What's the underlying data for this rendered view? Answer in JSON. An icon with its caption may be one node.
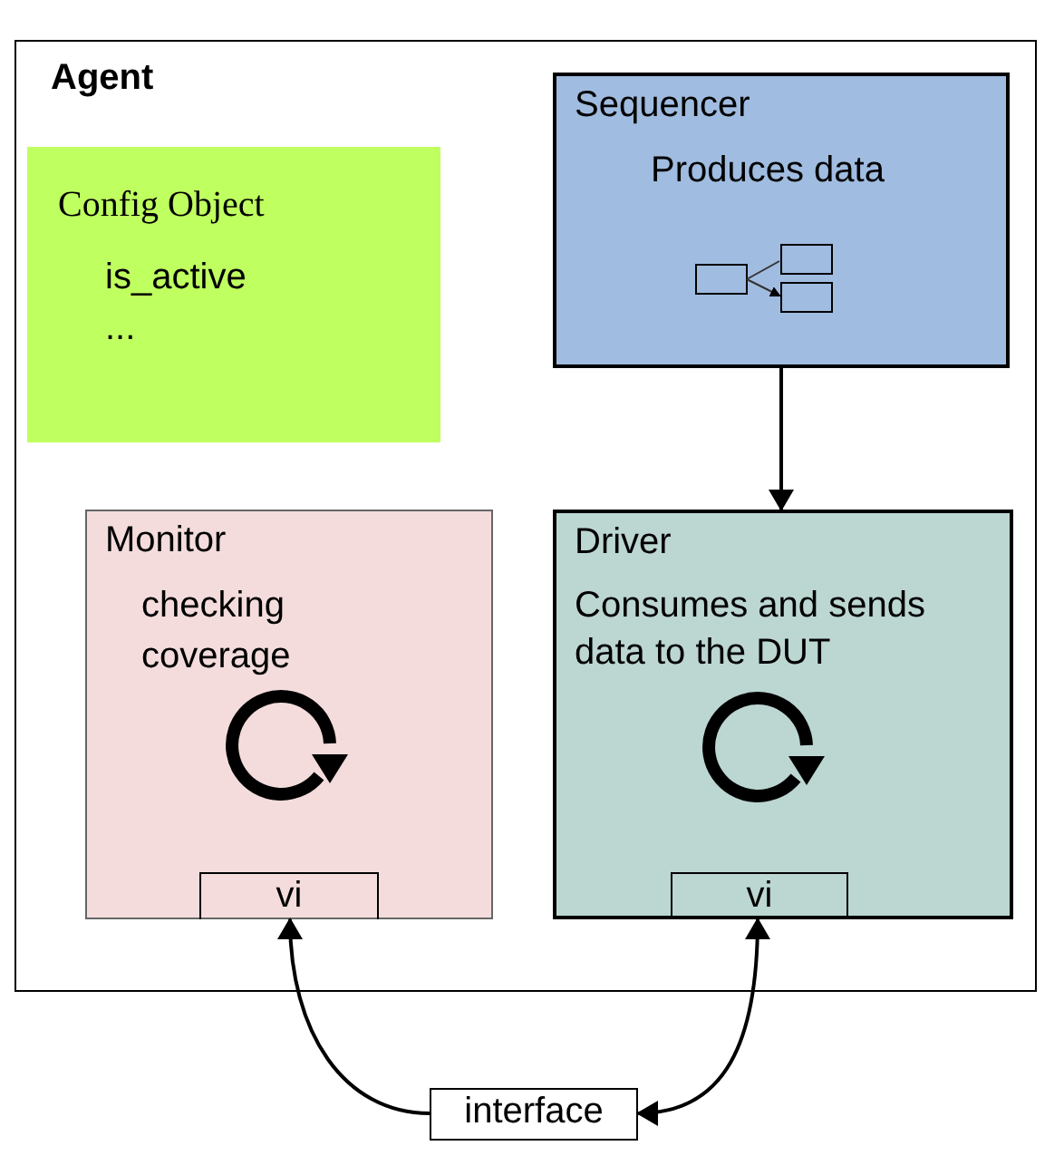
{
  "diagram": {
    "nodes": [
      {
        "text": [
          "Agent"
        ]
      },
      {
        "text": [
          "Config Object",
          "is_active",
          "..."
        ],
        "in": 0
      },
      {
        "text": [
          "Sequencer",
          "Produces data"
        ],
        "in": 0
      },
      {
        "text": [
          "Monitor",
          "checking coverage"
        ],
        "in": 0
      },
      {
        "text": [
          "vi"
        ],
        "in": 3
      },
      {
        "text": [
          "Driver",
          "Consumes and sends data to the DUT"
        ],
        "in": 0
      },
      {
        "text": [
          "vi"
        ],
        "in": 5
      },
      {
        "text": [
          "interface"
        ]
      }
    ],
    "edges": [
      {
        "from": 2,
        "to": 5,
        "arrow": "to"
      },
      {
        "from": 7,
        "to": 4,
        "arrow": "to"
      },
      {
        "from": 6,
        "to": 7,
        "arrow": "both"
      }
    ]
  }
}
